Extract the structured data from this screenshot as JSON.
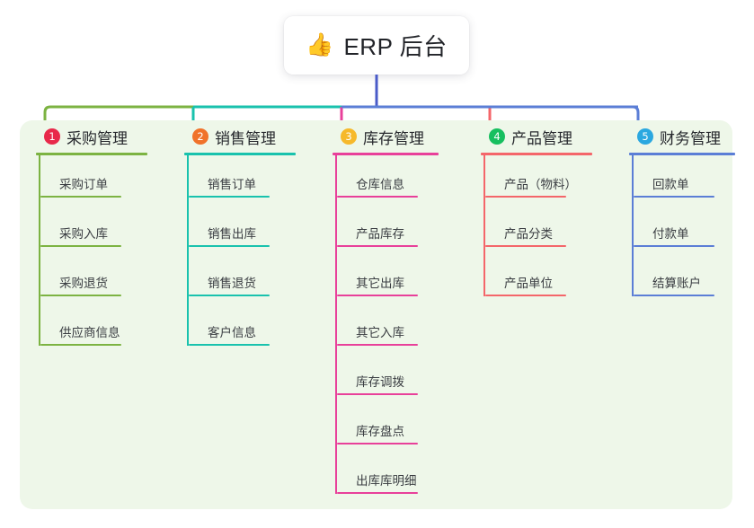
{
  "root": {
    "icon": "thumbs-up-icon",
    "emoji": "👍",
    "title": "ERP 后台"
  },
  "palette": {
    "panel_background": "#eef7e9",
    "page_background": "#ffffff",
    "root_stem": "#4a5bc8",
    "text_primary": "#26282d",
    "text_leaf": "#3a3d42"
  },
  "branches": [
    {
      "number": "1",
      "label": "采购管理",
      "badge_color": "#e8294a",
      "line_color": "#7cb342",
      "items": [
        {
          "label": "采购订单"
        },
        {
          "label": "采购入库"
        },
        {
          "label": "采购退货"
        },
        {
          "label": "供应商信息"
        }
      ]
    },
    {
      "number": "2",
      "label": "销售管理",
      "badge_color": "#f0722a",
      "line_color": "#19c2ad",
      "items": [
        {
          "label": "销售订单"
        },
        {
          "label": "销售出库"
        },
        {
          "label": "销售退货"
        },
        {
          "label": "客户信息"
        }
      ]
    },
    {
      "number": "3",
      "label": "库存管理",
      "badge_color": "#f6b92b",
      "line_color": "#e8409a",
      "items": [
        {
          "label": "仓库信息"
        },
        {
          "label": "产品库存"
        },
        {
          "label": "其它出库"
        },
        {
          "label": "其它入库"
        },
        {
          "label": "库存调拨"
        },
        {
          "label": "库存盘点"
        },
        {
          "label": "出库库明细"
        }
      ]
    },
    {
      "number": "4",
      "label": "产品管理",
      "badge_color": "#17bf5f",
      "line_color": "#f4666a",
      "items": [
        {
          "label": "产品（物料）"
        },
        {
          "label": "产品分类"
        },
        {
          "label": "产品单位"
        }
      ]
    },
    {
      "number": "5",
      "label": "财务管理",
      "badge_color": "#2ba8e0",
      "line_color": "#5b7ed6",
      "items": [
        {
          "label": "回款单"
        },
        {
          "label": "付款单"
        },
        {
          "label": "结算账户"
        }
      ]
    }
  ]
}
